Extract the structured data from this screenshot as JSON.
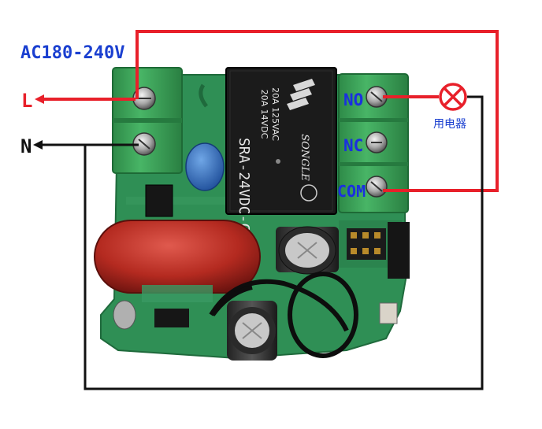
{
  "supply": {
    "voltage_label": "AC180-240V",
    "line_label": "L",
    "neutral_label": "N"
  },
  "terminals": {
    "no_label": "NO",
    "nc_label": "NC",
    "com_label": "COM"
  },
  "load": {
    "label": "用电器",
    "icon": "lamp-icon"
  },
  "relay": {
    "line1": "20A 14VDC",
    "line2": "20A 125VAC",
    "model": "SRA-24VDC-CL",
    "brand": "SONGLE"
  },
  "colors": {
    "line_wire": "#e8202a",
    "neutral_wire": "#111111",
    "voltage_text": "#1a3fd0",
    "terminal_text": "#1a2fe0",
    "lamp": "#e8202a",
    "pcb": "#2f8f55",
    "terminal_block": "#3aa35a",
    "relay_body": "#1b1b1b"
  }
}
